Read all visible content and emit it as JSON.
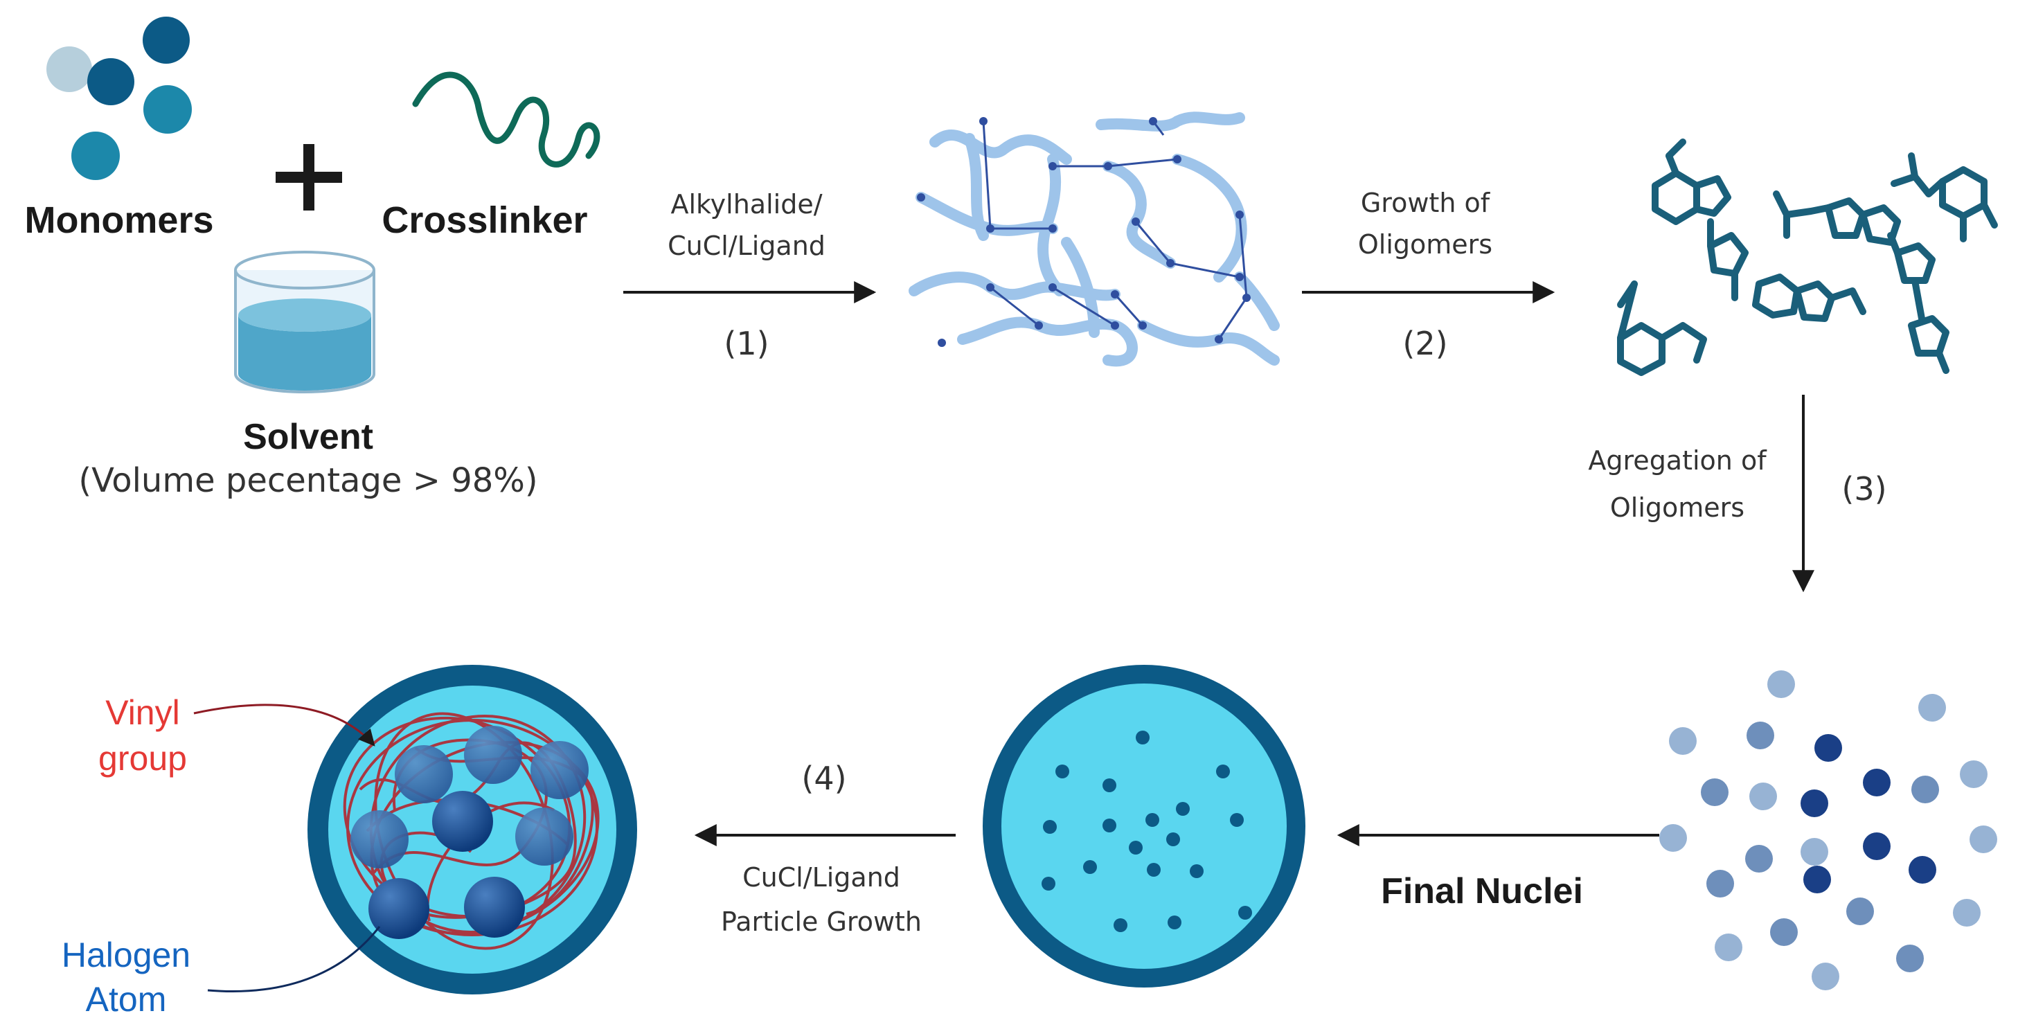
{
  "labels": {
    "monomers": "Monomers",
    "crosslinker": "Crosslinker",
    "plus": "+",
    "solvent": "Solvent",
    "solvent_note": "(Volume pecentage > 98%)",
    "step1_top": "Alkylhalide/",
    "step1_bottom": "CuCl/Ligand",
    "step1_num": "(1)",
    "step2_top": "Growth of",
    "step2_bottom": "Oligomers",
    "step2_num": "(2)",
    "step3_top": "Agregation of",
    "step3_bottom": "Oligomers",
    "step3_num": "(3)",
    "final_nuclei": "Final Nuclei",
    "step4_num": "(4)",
    "step4_top": "CuCl/Ligand",
    "step4_bottom": "Particle Growth",
    "vinyl_1": "Vinyl",
    "vinyl_2": "group",
    "halogen_1": "Halogen",
    "halogen_2": "Atom"
  },
  "colors": {
    "monomer_dark": "#0c5a86",
    "monomer_mid": "#1c88aa",
    "monomer_light": "#b6cfdc",
    "crosslinker": "#0e6a58",
    "network": "#9ec4ea",
    "network_node": "#2f4e9f",
    "oligomer": "#1a5f7a",
    "particle_ring": "#0c5a86",
    "particle_fill": "#5ad6ef",
    "vinyl_text": "#e53935",
    "halogen_text": "#1565c0"
  }
}
